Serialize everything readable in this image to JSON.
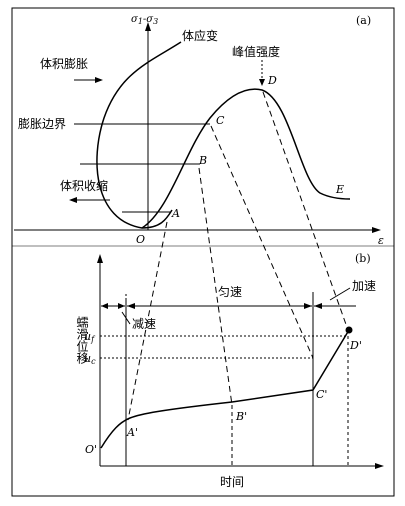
{
  "panel_a": {
    "tag": "(a)",
    "y_axis_label": "σ",
    "y_axis_sub1": "1",
    "y_axis_dash": "-σ",
    "y_axis_sub3": "3",
    "x_axis_label": "ε",
    "labels": {
      "volumetric_strain": "体应变",
      "peak_strength": "峰值强度",
      "dilatancy": "体积膨胀",
      "dilatancy_boundary": "膨胀边界",
      "compaction": "体积收缩"
    },
    "points": {
      "O": "O",
      "A": "A",
      "B": "B",
      "C": "C",
      "D": "D",
      "E": "E"
    }
  },
  "panel_b": {
    "tag": "(b)",
    "y_axis_label": "蠕滑位移",
    "x_axis_label": "时间",
    "stages": {
      "decelerating": "减速",
      "uniform": "匀速",
      "accelerating": "加速"
    },
    "y_ticks": {
      "uf": "u",
      "uf_sub": "f",
      "uc": "u",
      "uc_sub": "c"
    },
    "points": {
      "O": "O'",
      "A": "A'",
      "B": "B'",
      "C": "C'",
      "D": "D'"
    }
  }
}
